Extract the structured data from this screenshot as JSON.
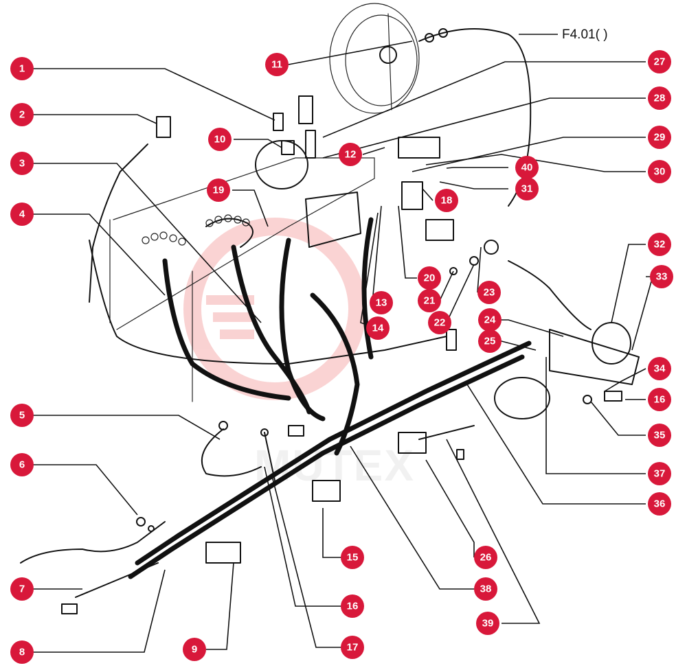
{
  "diagram": {
    "reference_label": "F4.01( )",
    "watermark_text": "MUTEX",
    "badge_color": "#d8183a",
    "watermark_color": "#f08080",
    "callouts": [
      "1",
      "2",
      "3",
      "4",
      "5",
      "6",
      "7",
      "8",
      "9",
      "10",
      "11",
      "12",
      "13",
      "14",
      "15",
      "16",
      "16",
      "17",
      "18",
      "19",
      "20",
      "21",
      "22",
      "23",
      "24",
      "25",
      "26",
      "27",
      "28",
      "29",
      "30",
      "31",
      "32",
      "33",
      "34",
      "35",
      "36",
      "37",
      "38",
      "39",
      "40"
    ]
  }
}
